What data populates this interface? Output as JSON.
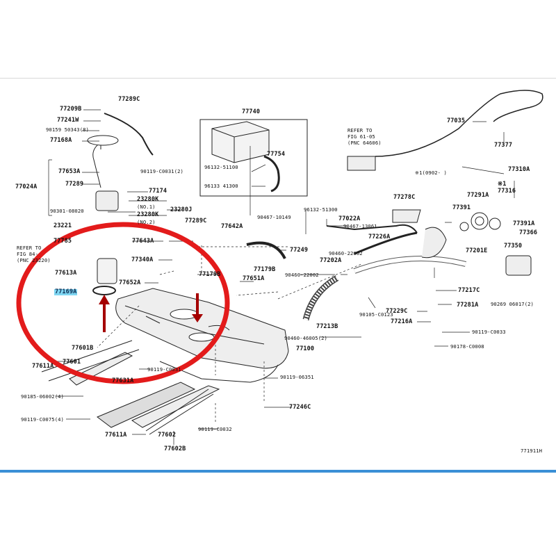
{
  "diagram_id": "771911H",
  "highlight": {
    "part": "77169A",
    "circle_color": "#e31b1b",
    "highlight_color": "#7fd6f2"
  },
  "labels": {
    "p77209B": "77209B",
    "p77289C_top": "77289C",
    "p77241W": "77241W",
    "p90159": "90159  50343(8)",
    "p77168A": "77168A",
    "p77653A": "77653A",
    "p77024A": "77024A",
    "p77289": "77289",
    "p77174": "77174",
    "p23280K1": "23280K",
    "no1": "(NO.1)",
    "p23280J": "23280J",
    "p23280K2": "23280K",
    "no2": "(NO.2)",
    "p90301": "90301-08020",
    "p23221": "23221",
    "p77785": "77785",
    "refer_fig84": "REFER TO\nFIG 84-\n(PNC 23220)",
    "p77613A": "77613A",
    "p77169A": "77169A",
    "p77289C_mid": "77289C",
    "p77642A": "77642A",
    "p77643A": "77643A",
    "p77340A": "77340A",
    "p77652A": "77652A",
    "p77179B_left": "77179B",
    "p77179B_right": "77179B",
    "p77651A": "77651A",
    "p77740": "77740",
    "p77754": "77754",
    "p96132_a": "96132-51100",
    "p96133": "96133  41300",
    "p90119_31": "90119-C0031(2)",
    "p90467_10149": "90467-10149",
    "p96132_b": "96132-51300",
    "p77022A": "77022A",
    "p90467_13061": "90467-13061",
    "p77249": "77249",
    "p90460_22002a": "90460-22002",
    "p90460_22002b": "90460-22002",
    "p77202A": "77202A",
    "p90105": "90105-C0123",
    "p77213B": "77213B",
    "p90460_46005": "90460-46005(2)",
    "p77100": "77100",
    "refer_fig61": "REFER TO\nFIG 61-05\n(PNC 64606)",
    "p77035": "77035",
    "p77377": "77377",
    "note_10": "※1(0902-    )",
    "p77310A": "77310A",
    "p77316": "※1\n77316",
    "p77278C": "77278C",
    "p77291A": "77291A",
    "p77391": "77391",
    "p77391A": "77391A",
    "p77366": "77366",
    "p77226A": "77226A",
    "p77201E": "77201E",
    "p77350": "77350",
    "p77217C": "77217C",
    "p90269": "90269  06017(2)",
    "p77229C": "77229C",
    "p77281A": "77281A",
    "p77216A": "77216A",
    "p90119_33": "90119-C0033",
    "p90178": "90178-C0008",
    "p77601B": "77601B",
    "p77601": "77601",
    "p77611A_top": "77611A",
    "p90119_0031b": "90119-C0031",
    "p90185": "90185-06002(4)",
    "p77631A": "77631A",
    "p90119_0075": "90119-C0075(4)",
    "p77611A_bot": "77611A",
    "p77602": "77602",
    "p77602B": "77602B",
    "p90119_0032": "90119-C0032",
    "p90119_06351": "90119-06351",
    "p77246C": "77246C",
    "diagram_code": "771911H"
  }
}
